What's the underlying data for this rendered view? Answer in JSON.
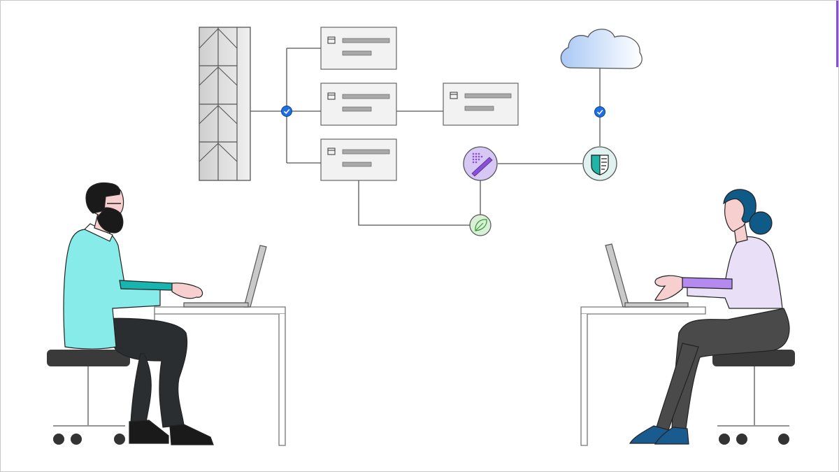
{
  "scene": {
    "background": "#ffffff",
    "border": "#c8c8c8",
    "accent_edge": "#8a4fd8"
  },
  "colors": {
    "line": "#555555",
    "card_fill": "#f2f2f2",
    "card_bar": "#a9a9a9",
    "check": "#1f6fe0",
    "cloud_from": "#a9c8f5",
    "cloud_to": "#ffffff",
    "data_node": "#d7c7f5",
    "data_node_icon": "#8a4fd8",
    "shield_node": "#dff2f0",
    "shield_icon": "#1fb5a8",
    "leaf_node": "#d8f0d6",
    "leaf_icon": "#3a9a3a",
    "man_shirt": "#86ebe9",
    "man_sleeve": "#18b4b0",
    "man_pants": "#2b2e30",
    "woman_shirt": "#e9e0f7",
    "woman_sleeve": "#b48af0",
    "woman_pants": "#4a4a4a",
    "woman_hair": "#0f5a86",
    "woman_shoes": "#1a5b8f",
    "skin": "#f7cfcf",
    "hair_dark": "#1a1a1a",
    "stool": "#3a3a3a",
    "laptop": "#c9c9c9"
  },
  "icons": [
    "server-rack-icon",
    "check-icon",
    "app-window-icon",
    "cloud-icon",
    "data-stream-icon",
    "shield-icon",
    "leaf-icon",
    "laptop-icon"
  ],
  "diagram": {
    "cards": [
      {
        "id": "card-top",
        "icon": "app-window-icon"
      },
      {
        "id": "card-middle",
        "icon": "app-window-icon"
      },
      {
        "id": "card-bottom",
        "icon": "app-window-icon"
      },
      {
        "id": "card-right",
        "icon": "app-window-icon"
      }
    ]
  }
}
